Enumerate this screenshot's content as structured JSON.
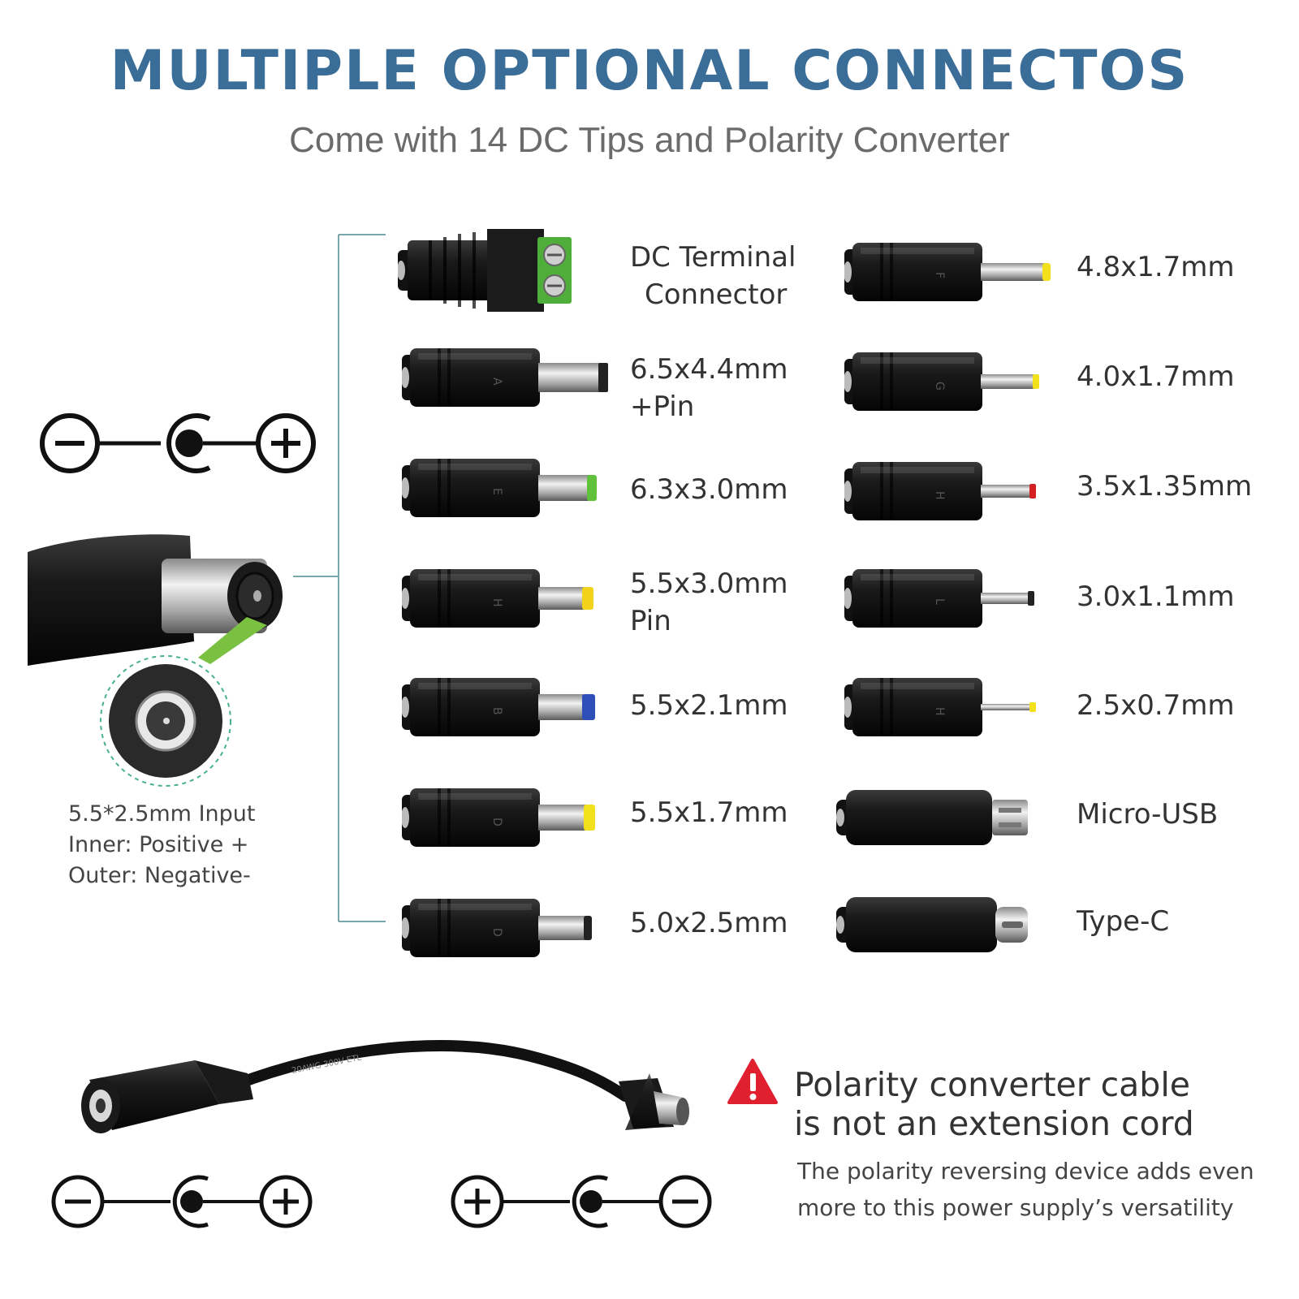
{
  "header": {
    "title": "MULTIPLE OPTIONAL CONNECTOS",
    "subtitle": "Come with 14 DC Tips and Polarity Converter"
  },
  "input": {
    "line1": "5.5*2.5mm Input",
    "line2": "Inner: Positive +",
    "line3": "Outer: Negative-"
  },
  "connectors_left": [
    {
      "l1": "DC Terminal",
      "l2": "Connector",
      "letter": "",
      "tip": "#55a832"
    },
    {
      "l1": "6.5x4.4mm",
      "l2": "+Pin",
      "letter": "A",
      "tip": "#222222"
    },
    {
      "l1": "6.3x3.0mm",
      "l2": "",
      "letter": "E",
      "tip": "#5fc23a"
    },
    {
      "l1": "5.5x3.0mm",
      "l2": "Pin",
      "letter": "H",
      "tip": "#f2d21a"
    },
    {
      "l1": "5.5x2.1mm",
      "l2": "",
      "letter": "B",
      "tip": "#2f4fb8"
    },
    {
      "l1": "5.5x1.7mm",
      "l2": "",
      "letter": "D",
      "tip": "#f2e11a"
    },
    {
      "l1": "5.0x2.5mm",
      "l2": "",
      "letter": "D",
      "tip": "#222222"
    }
  ],
  "connectors_right": [
    {
      "l1": "4.8x1.7mm",
      "letter": "F",
      "tip": "#f2e11a"
    },
    {
      "l1": "4.0x1.7mm",
      "letter": "G",
      "tip": "#f2e11a"
    },
    {
      "l1": "3.5x1.35mm",
      "letter": "H",
      "tip": "#d42020"
    },
    {
      "l1": "3.0x1.1mm",
      "letter": "L",
      "tip": "#222222"
    },
    {
      "l1": "2.5x0.7mm",
      "letter": "H",
      "tip": "#f2e11a"
    },
    {
      "l1": "Micro-USB",
      "letter": "",
      "tip": "#b8b8b8"
    },
    {
      "l1": "Type-C",
      "letter": "",
      "tip": "#b8b8b8"
    }
  ],
  "cable": {
    "print": "20AWG 300V ETL"
  },
  "warning": {
    "title1": "Polarity converter cable",
    "title2": "is not an extension cord",
    "desc1": "The polarity reversing device adds even",
    "desc2": "more to this power supply’s versatility"
  },
  "colors": {
    "title": "#3a6e98",
    "bracket": "#7aa7ad",
    "warning": "#e0202f",
    "callout_green": "#7ac142"
  },
  "icons": {
    "polarity_top": [
      "minus-icon",
      "center-positive-icon",
      "plus-icon"
    ],
    "polarity_left": [
      "minus-icon",
      "center-positive-icon",
      "plus-icon"
    ],
    "polarity_right": [
      "plus-icon",
      "center-negative-icon",
      "minus-icon"
    ],
    "warning": "warning-triangle-icon"
  }
}
